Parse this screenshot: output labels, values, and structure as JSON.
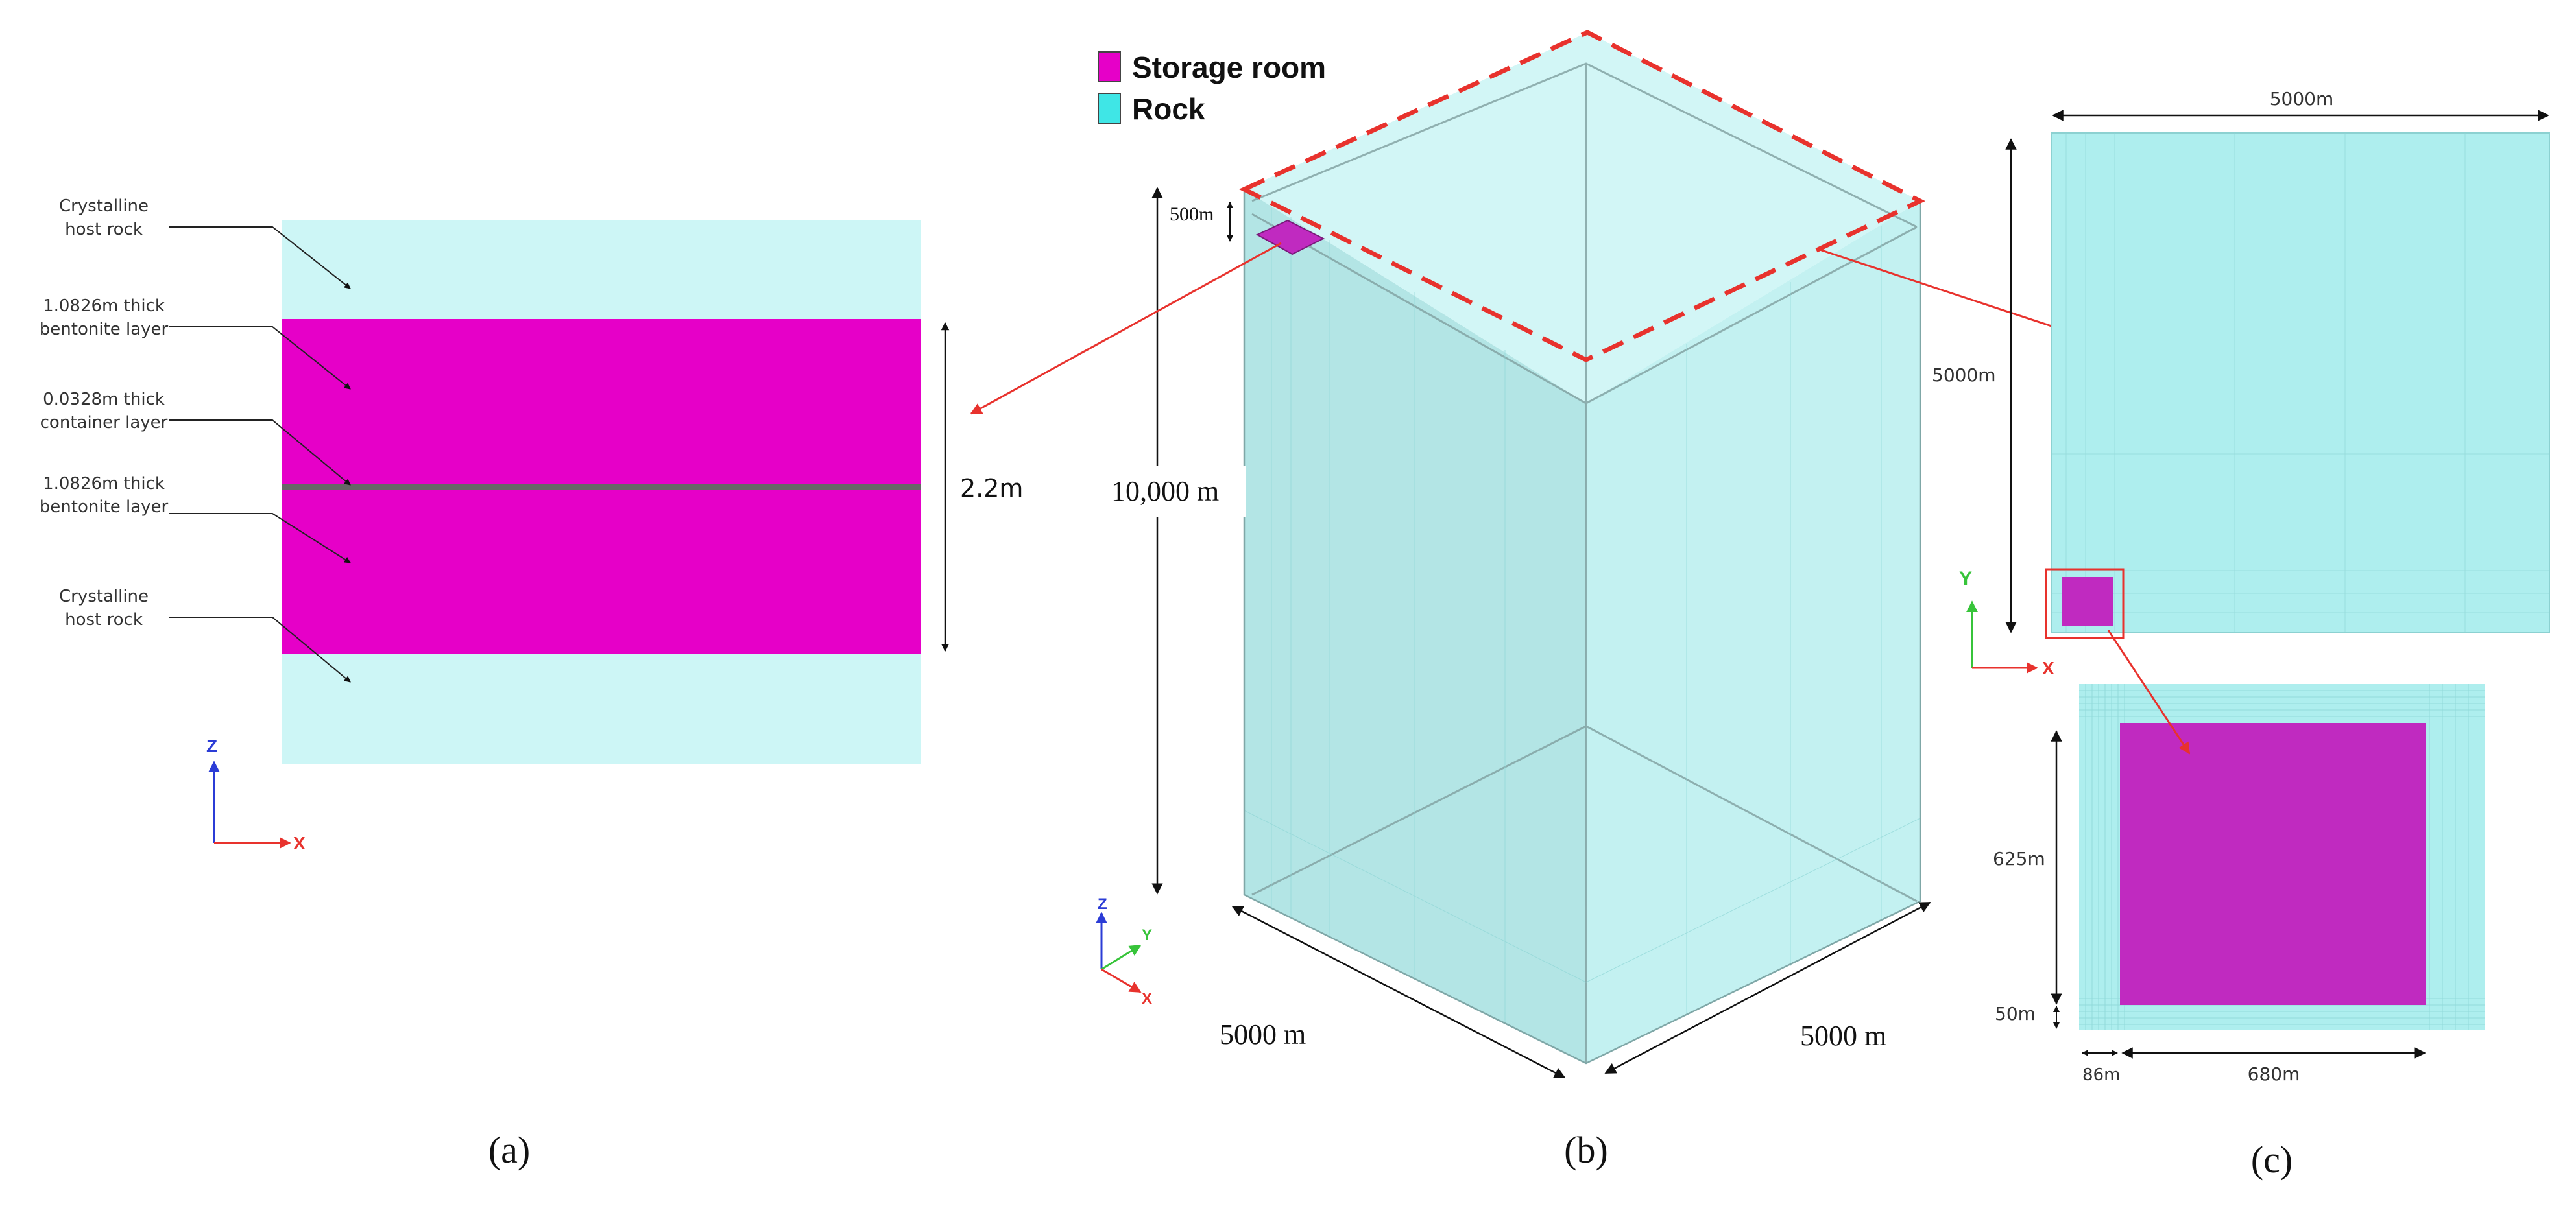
{
  "colors": {
    "rock": "#cdf6f6",
    "rock_3d": "#aee6e6",
    "storage": "#e600c8",
    "storage_3d": "#c02ac0",
    "container": "#666666",
    "red": "#e8322d",
    "axis_blue": "#2b3cd6",
    "axis_green": "#37c43a",
    "axis_red": "#e8322d"
  },
  "panel_a": {
    "caption": "(a)",
    "labels": {
      "top_rock": [
        "Crystalline",
        "host rock"
      ],
      "bentonite_top": [
        "1.0826m thick",
        "bentonite layer"
      ],
      "container": [
        "0.0328m thick",
        "container layer"
      ],
      "bentonite_bottom": [
        "1.0826m thick",
        "bentonite layer"
      ],
      "bottom_rock": [
        "Crystalline",
        "host rock"
      ]
    },
    "dimension": "2.2m",
    "axes": {
      "vertical": "Z",
      "horizontal": "X"
    }
  },
  "panel_b": {
    "caption": "(b)",
    "legend": [
      {
        "label": "Storage room",
        "color": "#e600c8"
      },
      {
        "label": "Rock",
        "color": "#3fe6e6"
      }
    ],
    "dims": {
      "top_depth": "500m",
      "height": "10,000 m",
      "width_left": "5000 m",
      "width_right": "5000 m"
    },
    "axes": {
      "z": "Z",
      "y": "Y",
      "x": "X"
    }
  },
  "panel_c": {
    "caption": "(c)",
    "dims": {
      "top_width": "5000m",
      "top_height": "5000m",
      "room_height": "625m",
      "room_offset_y": "50m",
      "room_offset_x": "86m",
      "room_width": "680m"
    },
    "axes": {
      "vertical": "Y",
      "horizontal": "X"
    }
  }
}
